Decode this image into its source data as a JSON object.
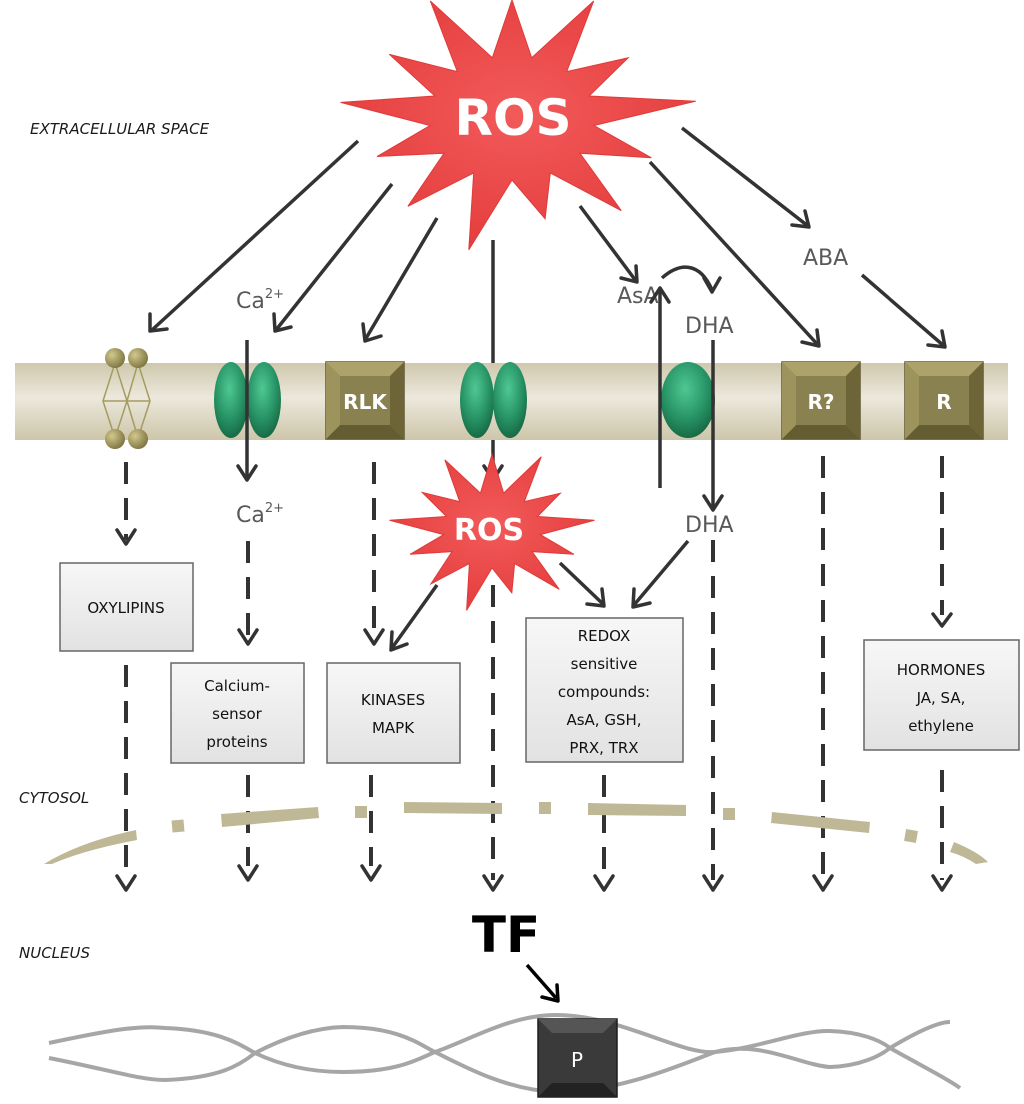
{
  "regions": {
    "extracellular": "EXTRACELLULAR SPACE",
    "cytosol": "CYTOSOL",
    "nucleus": "NUCLEUS"
  },
  "ros_top": "ROS",
  "ros_inner": "ROS",
  "molecules": {
    "ca_out": "Ca",
    "ca_out_sup": "2+",
    "ca_in": "Ca",
    "ca_in_sup": "2+",
    "asa": "AsA",
    "dha_out": "DHA",
    "dha_in": "DHA",
    "aba": "ABA"
  },
  "receptors": {
    "rlk": "RLK",
    "r_unknown": "R?",
    "r": "R"
  },
  "boxes": {
    "oxylipins": [
      "OXYLIPINS"
    ],
    "calcium": [
      "Calcium-",
      "sensor",
      "proteins"
    ],
    "kinases": [
      "KINASES",
      "MAPK"
    ],
    "redox": [
      "REDOX",
      "sensitive",
      "compounds:",
      "AsA, GSH,",
      "PRX, TRX"
    ],
    "hormones": [
      "HORMONES",
      "JA, SA,",
      "ethylene"
    ]
  },
  "tf": "TF",
  "promoter": "P",
  "colors": {
    "ros_red": "#f04b4b",
    "membrane": "#d6d0ba",
    "receptor_olive": "#8a8150",
    "channel_green": "#2e9e6b",
    "box_fill": "#ececec",
    "dna_gray": "#a6a6a6",
    "promoter_dark": "#3a3a3a",
    "text_gray": "#595959"
  }
}
